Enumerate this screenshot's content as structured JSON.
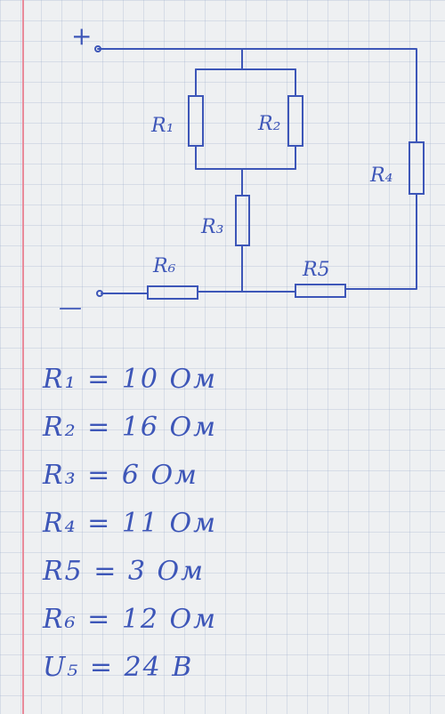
{
  "terminals": {
    "plus": "+",
    "minus": "—"
  },
  "resistor_labels": {
    "r1": "R₁",
    "r2": "R₂",
    "r3": "R₃",
    "r4": "R₄",
    "r5": "R5",
    "r6": "R₆"
  },
  "given_values": [
    "R₁ = 10 Ом",
    "R₂ = 16 Ом",
    "R₃ = 6 Ом",
    "R₄ = 11 Ом",
    "R5 = 3 Ом",
    "R₆ = 12 Ом",
    "U₅ = 24 B"
  ],
  "colors": {
    "ink": "#3d56b8",
    "paper": "#eef0f2",
    "margin_line": "#e88a9a"
  }
}
